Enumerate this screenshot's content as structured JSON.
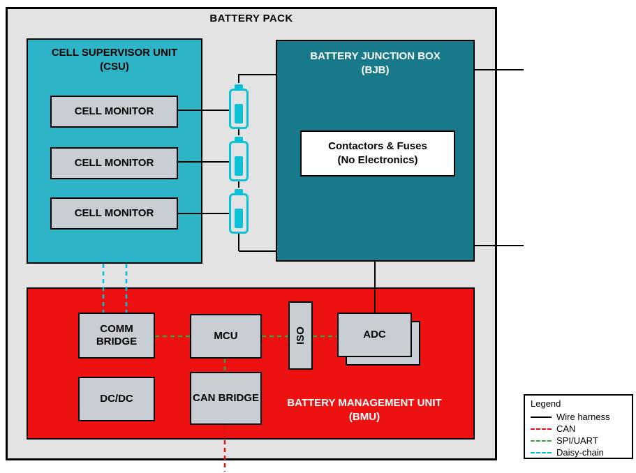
{
  "pack": {
    "title": "BATTERY PACK"
  },
  "csu": {
    "title": "CELL SUPERVISOR UNIT",
    "subtitle": "(CSU)",
    "cell_monitors": [
      "CELL MONITOR",
      "CELL MONITOR",
      "CELL MONITOR"
    ]
  },
  "bjb": {
    "title": "BATTERY JUNCTION BOX",
    "subtitle": "(BJB)",
    "note_line1": "Contactors & Fuses",
    "note_line2": "(No Electronics)"
  },
  "bmu": {
    "title": "BATTERY MANAGEMENT UNIT",
    "subtitle": "(BMU)",
    "blocks": {
      "comm_bridge": "COMM BRIDGE",
      "mcu": "MCU",
      "iso": "ISO",
      "adc": "ADC",
      "dcdc": "DC/DC",
      "can_bridge": "CAN BRIDGE"
    }
  },
  "legend": {
    "title": "Legend",
    "items": [
      {
        "label": "Wire harness",
        "line_style": "solid",
        "color": "#000000"
      },
      {
        "label": "CAN",
        "line_style": "dashed",
        "color": "#e01212"
      },
      {
        "label": "SPI/UART",
        "line_style": "dashed",
        "color": "#36a336"
      },
      {
        "label": "Daisy-chain",
        "line_style": "dashed",
        "color": "#00c2da"
      }
    ]
  },
  "colors": {
    "pack_bg": "#e3e3e3",
    "csu_bg": "#2db4c6",
    "bjb_bg": "#17798a",
    "bmu_bg": "#ee1111",
    "component_bg": "#c9ced4",
    "battery_icon": "#0cc0d6"
  }
}
